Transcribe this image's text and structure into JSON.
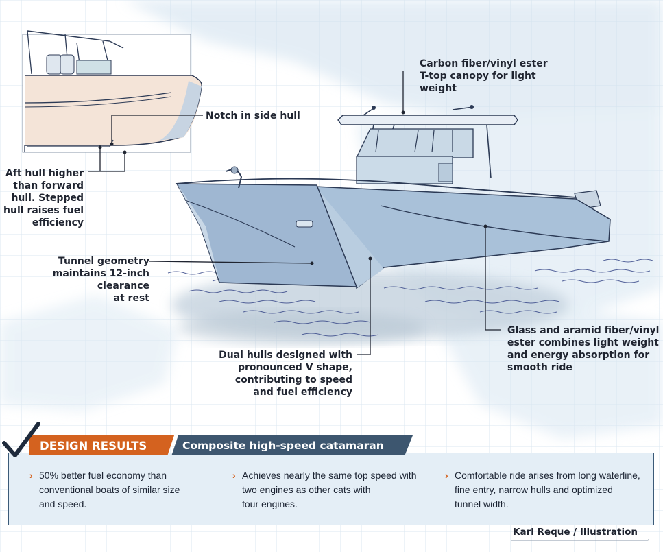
{
  "labels": {
    "ttop": "Carbon fiber/vinyl ester\nT-top canopy for light\nweight",
    "notch": "Notch in side hull",
    "aft_hull": "Aft hull higher\nthan forward\nhull. Stepped\nhull raises fuel\nefficiency",
    "tunnel": "Tunnel geometry\nmaintains 12-inch\nclearance\nat rest",
    "dual_hulls": "Dual hulls designed with\npronounced V shape,\ncontributing to speed\nand fuel efficiency",
    "glass_aramid": "Glass and aramid fiber/vinyl\nester combines light weight\nand energy absorption for\nsmooth ride"
  },
  "results": {
    "heading": "DESIGN RESULTS",
    "subheading": "Composite high-speed catamaran",
    "bullets": [
      "50% better fuel economy than\nconventional boats of similar size\nand speed.",
      "Achieves nearly the same top speed with\ntwo engines as other cats with\nfour engines.",
      "Comfortable ride arises from long waterline,\nfine entry, narrow hulls and optimized\ntunnel width."
    ]
  },
  "credit": "Karl Reque / Illustration",
  "colors": {
    "heading_bg": "#d4621f",
    "subheading_bg": "#3d566f",
    "panel_bg": "#e4eef6",
    "check": "#1e2a3c",
    "hull_fill": "#a9c1d9",
    "water": "#c9dcec"
  },
  "icons": [
    "checkmark-icon",
    "chevron-right-icon"
  ]
}
